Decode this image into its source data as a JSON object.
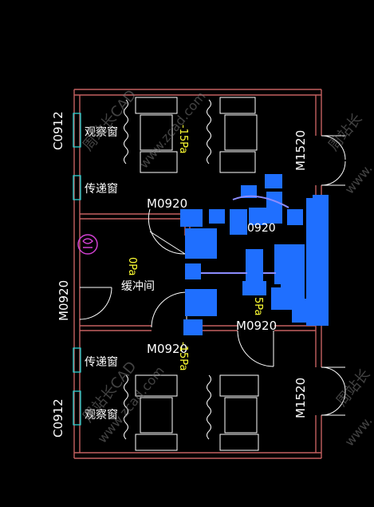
{
  "labels": {
    "c0912_top": "C0912",
    "c0912_bottom": "C0912",
    "observe_top": "观察窗",
    "observe_bottom": "观察窗",
    "pass_top": "传递窗",
    "pass_bottom": "传递窗",
    "m0920_upper": "M0920",
    "m0920_left": "M0920",
    "m0920_lower": "M0920",
    "m0920_right": "M0920",
    "m1520_top": "M1520",
    "m1520_bottom": "M1520",
    "buffer_room": "缓冲间",
    "pressure_zero": "0Pa",
    "pressure_top": "-15Pa",
    "pressure_bottom": "-15Pa",
    "pressure_mid": "5Pa",
    "frag_mid": "0920"
  },
  "watermarks": {
    "text1": "周站长CAD",
    "text2": "www.zcad.com",
    "text3": "周站长",
    "text4": "www."
  },
  "colors": {
    "background": "#000000",
    "wall": "#c46060",
    "overlay": "#1f6fff",
    "text": "#ffffff",
    "pressure": "#ffff33",
    "window": "#2ad0d0",
    "symbol": "#d040d0"
  }
}
